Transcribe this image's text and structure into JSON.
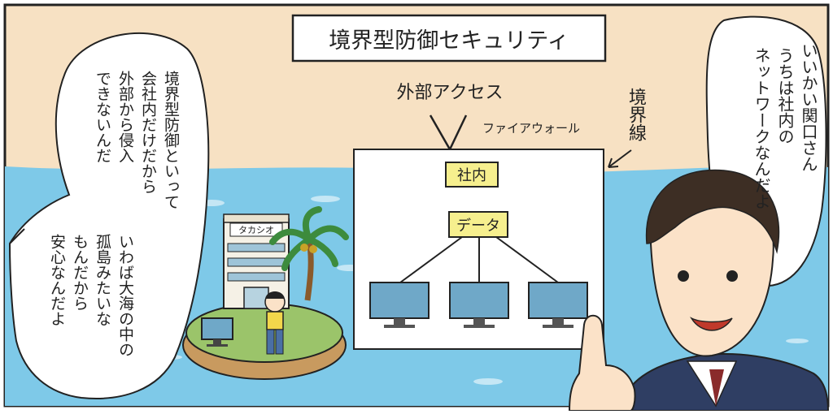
{
  "title": "境界型防御セキュリティ",
  "external_access": "外部アクセス",
  "firewall": "ファイアウォール",
  "boundary_line": "境界線",
  "company_box": "社内",
  "data_box": "データ",
  "building_sign": "タカシオ",
  "speech_right": [
    "いいかい関口さん",
    "うちは社内の",
    "ネットワークなんだよ"
  ],
  "speech_left_top": [
    "境界型防御といって",
    "会社内だけだから",
    "外部から侵入",
    "できないんだ"
  ],
  "speech_left_bottom": [
    "いわば大海の中の",
    "孤島みたいな",
    "もんだから",
    "安心なんだよ"
  ],
  "colors": {
    "sky": "#f7e1c3",
    "sea": "#7ec9e8",
    "label_fill": "#f6ef8e",
    "island_grass": "#9bc46a",
    "monitor": "#6fa8c8"
  }
}
